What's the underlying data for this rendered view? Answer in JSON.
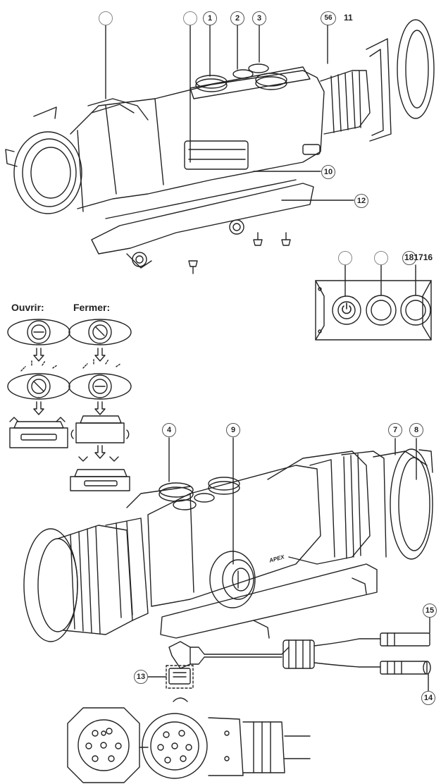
{
  "callouts_top": {
    "c1": "1",
    "c2": "2",
    "c3": "3",
    "c56": "56",
    "c11": "11",
    "c10": "10",
    "c12": "12"
  },
  "panel_numbers": "181716",
  "lock": {
    "open_label": "Ouvrir:",
    "close_label": "Fermer:"
  },
  "callouts_bottom": {
    "c4": "4",
    "c9": "9",
    "c7": "7",
    "c8": "8",
    "c15": "15",
    "c13": "13",
    "c14": "14"
  },
  "brand_mark": "APEX"
}
